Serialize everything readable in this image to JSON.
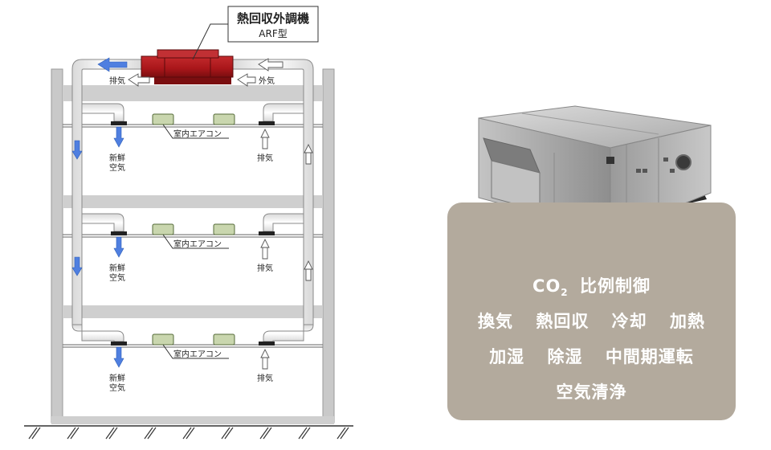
{
  "unit_callout": {
    "title": "熱回収外調機",
    "model": "ARF型"
  },
  "floor_labels": {
    "fresh_air": [
      "新鮮",
      "空気"
    ],
    "exhaust": "排気",
    "indoor_ac": "室内エアコン"
  },
  "roof_labels": {
    "exhaust": "排気",
    "outdoor_air": "外気"
  },
  "features": {
    "row1": {
      "co": "CO",
      "sub": "2",
      "rest": "比例制御"
    },
    "row2": [
      "換気",
      "熱回収",
      "冷却",
      "加熱"
    ],
    "row3": [
      "加湿",
      "除湿",
      "中間期運転"
    ],
    "row4": [
      "空気清浄"
    ]
  },
  "colors": {
    "unit_red": "#a8161a",
    "arrow_blue": "#4f7fe0",
    "ac_green": "#c9d6ae",
    "panel_bg": "#b3aa9d",
    "slab_gray": "#cfcfcf"
  }
}
